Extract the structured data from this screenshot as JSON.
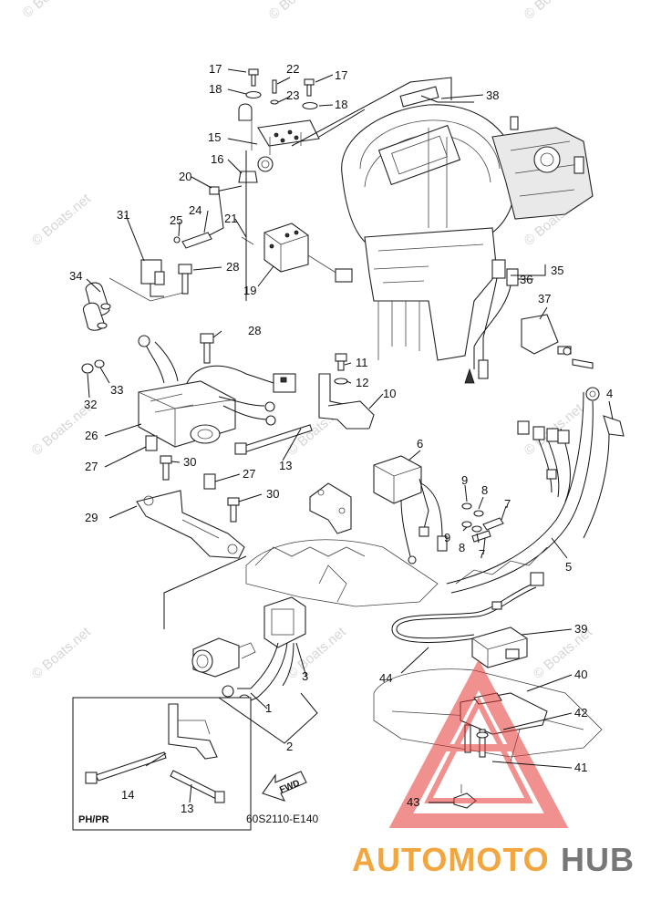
{
  "diagram": {
    "code": "60S2110-E140",
    "inset_label": "PH/PR",
    "fwd_label": "FWD",
    "watermark_site": "© Boats.net",
    "brand": {
      "part1": "AUTOMOTO",
      "part2": "HUB",
      "color1": "#f2a640",
      "color2": "#777777",
      "logo_color": "#e53935"
    },
    "parts": [
      {
        "id": "1",
        "label": "1"
      },
      {
        "id": "2",
        "label": "2"
      },
      {
        "id": "3",
        "label": "3"
      },
      {
        "id": "4",
        "label": "4"
      },
      {
        "id": "5",
        "label": "5"
      },
      {
        "id": "6",
        "label": "6"
      },
      {
        "id": "7a",
        "label": "7"
      },
      {
        "id": "7b",
        "label": "7"
      },
      {
        "id": "8a",
        "label": "8"
      },
      {
        "id": "8b",
        "label": "8"
      },
      {
        "id": "9a",
        "label": "9"
      },
      {
        "id": "9b",
        "label": "9"
      },
      {
        "id": "10",
        "label": "10"
      },
      {
        "id": "11",
        "label": "11"
      },
      {
        "id": "12",
        "label": "12"
      },
      {
        "id": "13a",
        "label": "13"
      },
      {
        "id": "13b",
        "label": "13"
      },
      {
        "id": "14",
        "label": "14"
      },
      {
        "id": "15",
        "label": "15"
      },
      {
        "id": "16",
        "label": "16"
      },
      {
        "id": "17a",
        "label": "17"
      },
      {
        "id": "17b",
        "label": "17"
      },
      {
        "id": "18a",
        "label": "18"
      },
      {
        "id": "18b",
        "label": "18"
      },
      {
        "id": "19",
        "label": "19"
      },
      {
        "id": "20",
        "label": "20"
      },
      {
        "id": "21",
        "label": "21"
      },
      {
        "id": "22",
        "label": "22"
      },
      {
        "id": "23",
        "label": "23"
      },
      {
        "id": "24",
        "label": "24"
      },
      {
        "id": "25",
        "label": "25"
      },
      {
        "id": "26",
        "label": "26"
      },
      {
        "id": "27a",
        "label": "27"
      },
      {
        "id": "27b",
        "label": "27"
      },
      {
        "id": "28a",
        "label": "28"
      },
      {
        "id": "28b",
        "label": "28"
      },
      {
        "id": "29",
        "label": "29"
      },
      {
        "id": "30a",
        "label": "30"
      },
      {
        "id": "30b",
        "label": "30"
      },
      {
        "id": "31",
        "label": "31"
      },
      {
        "id": "32",
        "label": "32"
      },
      {
        "id": "33",
        "label": "33"
      },
      {
        "id": "34",
        "label": "34"
      },
      {
        "id": "35",
        "label": "35"
      },
      {
        "id": "36",
        "label": "36"
      },
      {
        "id": "37",
        "label": "37"
      },
      {
        "id": "38",
        "label": "38"
      },
      {
        "id": "39",
        "label": "39"
      },
      {
        "id": "40",
        "label": "40"
      },
      {
        "id": "41",
        "label": "41"
      },
      {
        "id": "42",
        "label": "42"
      },
      {
        "id": "43",
        "label": "43"
      },
      {
        "id": "44",
        "label": "44"
      }
    ]
  }
}
